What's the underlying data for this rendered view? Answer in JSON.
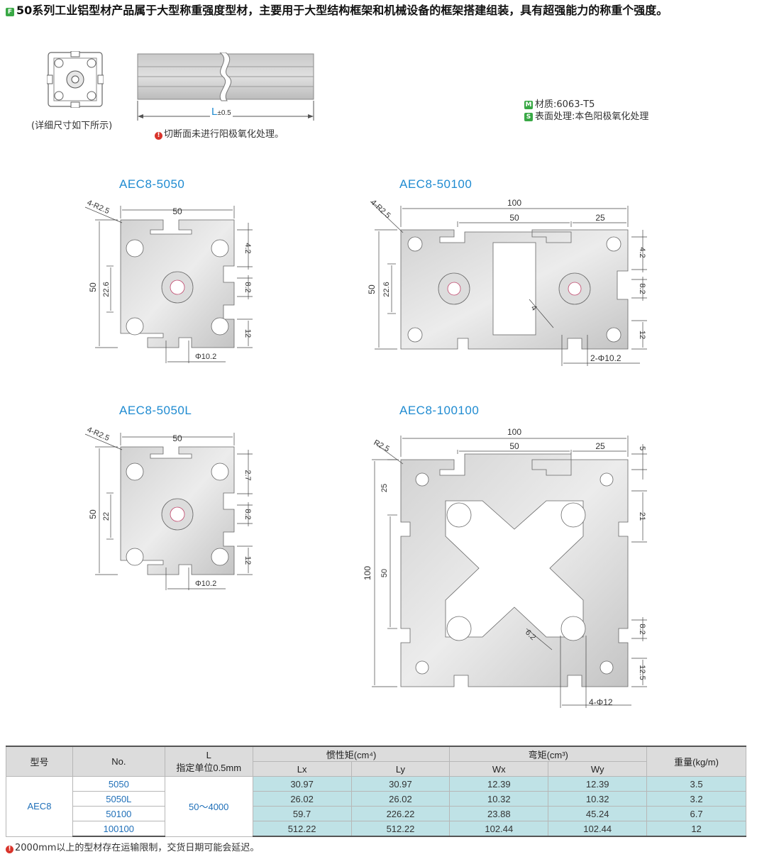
{
  "intro": {
    "badge": "F",
    "text": "50系列工业铝型材产品属于大型称重强度型材，主要用于大型结构框架和机械设备的框架搭建组装，具有超强能力的称重个强度。"
  },
  "top": {
    "caption_left": "(详细尺寸如下所示)",
    "length_label": "L",
    "length_tol": "±0.5",
    "note_icon": "!",
    "note": "切断面未进行阳极氧化处理。",
    "material_badge": "M",
    "material": "材质:6063-T5",
    "surface_badge": "S",
    "surface": "表面处理:本色阳极氧化处理"
  },
  "models": {
    "m5050": {
      "title": "AEC8-5050",
      "r": "4-R2.5",
      "w": "50",
      "h": "50",
      "inner": "22.6",
      "d1": "4.2",
      "d2": "8.2",
      "d3": "12",
      "hole": "Φ10.2"
    },
    "m50100": {
      "title": "AEC8-50100",
      "r": "4-R2.5",
      "w": "100",
      "w2": "50",
      "w3": "25",
      "h": "50",
      "inner": "22.6",
      "d1": "4.2",
      "d2": "8.2",
      "d3": "12",
      "d4": "4",
      "hole": "2-Φ10.2"
    },
    "m5050L": {
      "title": "AEC8-5050L",
      "r": "4-R2.5",
      "w": "50",
      "h": "50",
      "inner": "22",
      "d1": "2.7",
      "d2": "8.2",
      "d3": "12",
      "hole": "Φ10.2"
    },
    "m100100": {
      "title": "AEC8-100100",
      "r": "R2.5",
      "w": "100",
      "w2": "50",
      "w3": "25",
      "h": "100",
      "h2": "50",
      "h3": "25",
      "d1": "5",
      "d2": "21",
      "d3": "8.2",
      "d4": "12.5",
      "d5": "6.2",
      "hole": "4-Φ12"
    }
  },
  "table": {
    "headers": {
      "model": "型号",
      "no": "No.",
      "l_top": "L",
      "l_bottom": "指定单位0.5mm",
      "inertia": "惯性矩(cm⁴)",
      "moment": "弯矩(cm³)",
      "weight": "重量(kg/m)",
      "lx": "Lx",
      "ly": "Ly",
      "wx": "Wx",
      "wy": "Wy"
    },
    "model": "AEC8",
    "length_range": "50～4000",
    "rows": [
      {
        "no": "5050",
        "lx": "30.97",
        "ly": "30.97",
        "wx": "12.39",
        "wy": "12.39",
        "weight": "3.5"
      },
      {
        "no": "5050L",
        "lx": "26.02",
        "ly": "26.02",
        "wx": "10.32",
        "wy": "10.32",
        "weight": "3.2"
      },
      {
        "no": "50100",
        "lx": "59.7",
        "ly": "226.22",
        "wx": "23.88",
        "wy": "45.24",
        "weight": "6.7"
      },
      {
        "no": "100100",
        "lx": "512.22",
        "ly": "512.22",
        "wx": "102.44",
        "wy": "102.44",
        "weight": "12"
      }
    ]
  },
  "footnote": {
    "icon": "!",
    "text": "2000mm以上的型材存在运输限制，交货日期可能会延迟。"
  }
}
